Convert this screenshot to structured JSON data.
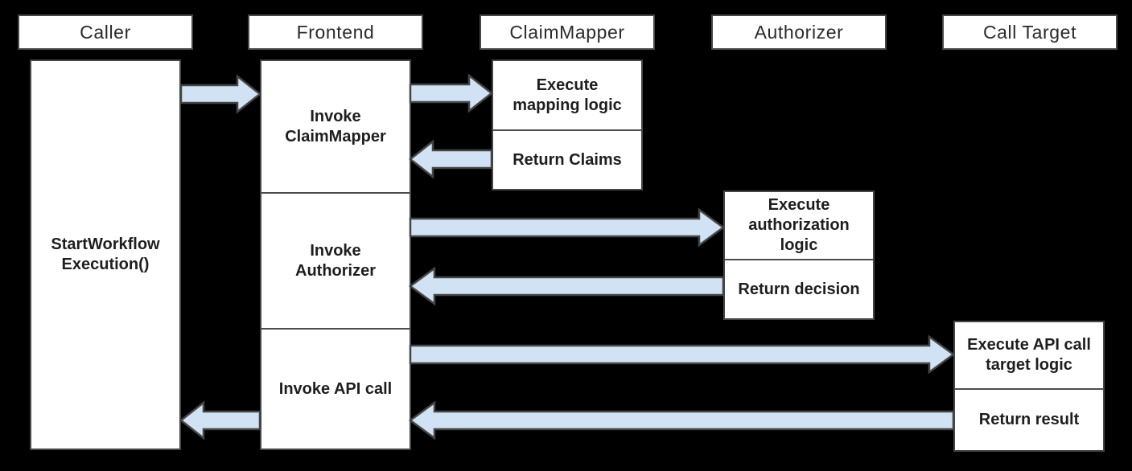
{
  "colors": {
    "background": "#000000",
    "box_fill": "#ffffff",
    "box_border": "#474747",
    "divider": "#4d4d4d",
    "arrow_fill": "#d0e2f4",
    "arrow_stroke": "#454545",
    "text": "#1e1e1e",
    "header_text": "#2b2b2b"
  },
  "lifelines": {
    "caller": {
      "title": "Caller",
      "activation_label": [
        "StartWorkflow",
        "Execution()"
      ]
    },
    "frontend": {
      "title": "Frontend",
      "steps": {
        "invoke_claim_mapper": [
          "Invoke",
          "ClaimMapper"
        ],
        "invoke_authorizer": [
          "Invoke",
          "Authorizer"
        ],
        "invoke_api_call": "Invoke API call"
      }
    },
    "claim_mapper": {
      "title": "ClaimMapper",
      "execute_label": [
        "Execute",
        "mapping logic"
      ],
      "return_label": "Return Claims"
    },
    "authorizer": {
      "title": "Authorizer",
      "execute_label": [
        "Execute",
        "authorization",
        "logic"
      ],
      "return_label": "Return decision"
    },
    "call_target": {
      "title": "Call Target",
      "execute_label": [
        "Execute API call",
        "target logic"
      ],
      "return_label": "Return result"
    }
  },
  "arrows": [
    {
      "from": "Caller",
      "to": "Frontend"
    },
    {
      "from": "Frontend",
      "to": "ClaimMapper"
    },
    {
      "from": "ClaimMapper",
      "to": "Frontend"
    },
    {
      "from": "Frontend",
      "to": "Authorizer"
    },
    {
      "from": "Authorizer",
      "to": "Frontend"
    },
    {
      "from": "Frontend",
      "to": "Call Target"
    },
    {
      "from": "Call Target",
      "to": "Frontend"
    },
    {
      "from": "Frontend",
      "to": "Caller"
    }
  ]
}
